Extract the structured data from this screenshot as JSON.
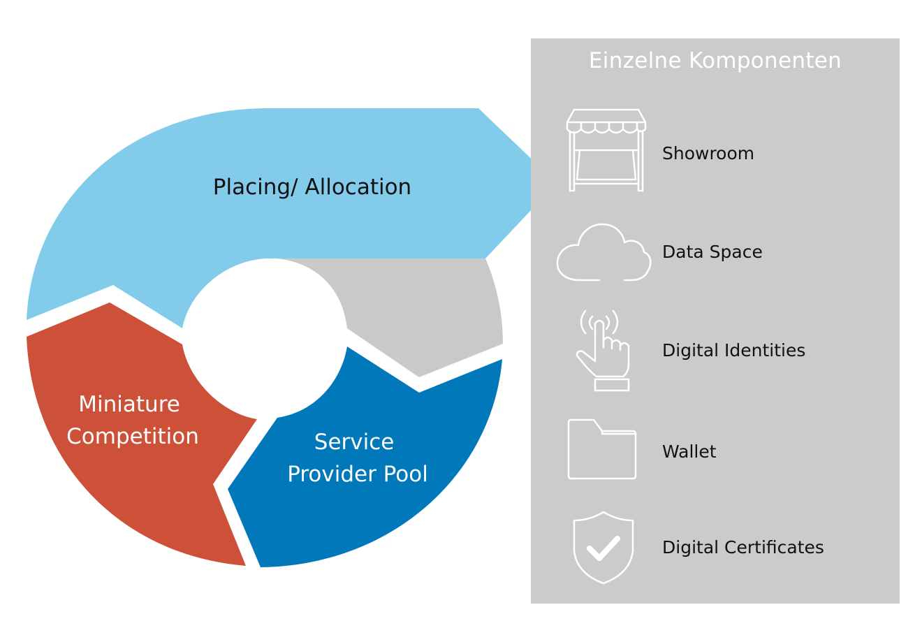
{
  "cycle": {
    "segments": [
      {
        "label": "Placing/ Allocation",
        "color": "#82cbeb",
        "text_color": "#111111"
      },
      {
        "label_lines": [
          "Miniature",
          "Competition"
        ],
        "color": "#cd5139",
        "text_color": "#ffffff"
      },
      {
        "label_lines": [
          "Service",
          "Provider Pool"
        ],
        "color": "#0078b9",
        "text_color": "#ffffff"
      },
      {
        "color": "#c9c9c9"
      }
    ]
  },
  "components_panel": {
    "title": "Einzelne Komponenten",
    "background": "#cbcbcb",
    "items": [
      {
        "label": "Showroom",
        "icon": "market-stall-icon"
      },
      {
        "label": "Data Space",
        "icon": "cloud-icon"
      },
      {
        "label": "Digital Identities",
        "icon": "touch-hand-icon"
      },
      {
        "label": "Wallet",
        "icon": "folder-icon"
      },
      {
        "label": "Digital Certificates",
        "icon": "shield-check-icon"
      }
    ]
  }
}
